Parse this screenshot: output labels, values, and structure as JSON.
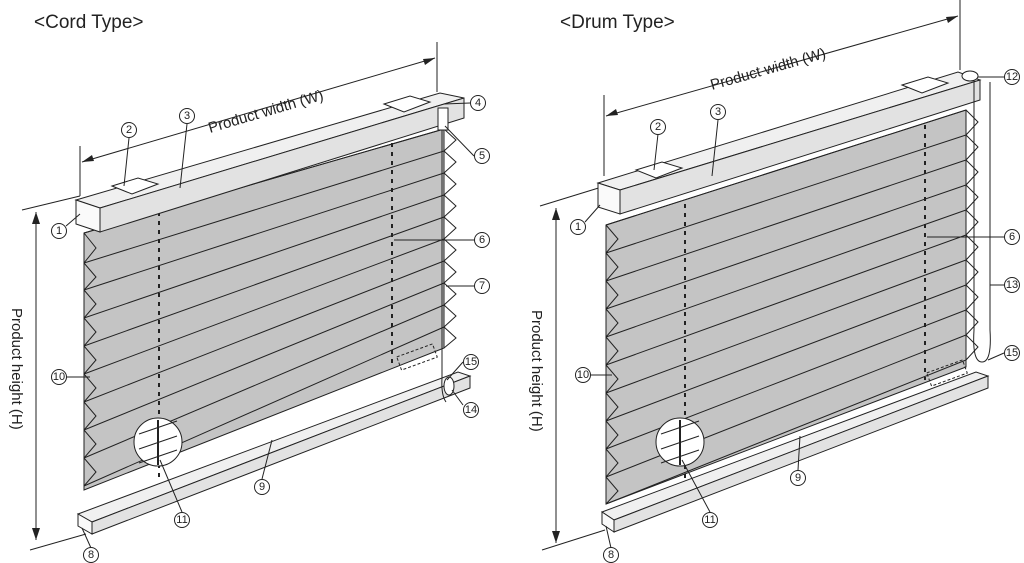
{
  "cord": {
    "title": "<Cord Type>",
    "width_label": "Product width (W)",
    "height_label": "Product height (H)",
    "callouts": [
      "1",
      "2",
      "3",
      "4",
      "5",
      "6",
      "7",
      "8",
      "9",
      "10",
      "11",
      "14",
      "15"
    ]
  },
  "drum": {
    "title": "<Drum Type>",
    "width_label": "Product width (W)",
    "height_label": "Product height (H)",
    "callouts": [
      "1",
      "2",
      "3",
      "12",
      "6",
      "13",
      "15",
      "10",
      "11",
      "9",
      "8"
    ]
  },
  "colors": {
    "fabric": "#c4c4c4",
    "fabric_dark": "#a8a8a8",
    "line": "#222222",
    "rail": "#e8e8e8"
  }
}
